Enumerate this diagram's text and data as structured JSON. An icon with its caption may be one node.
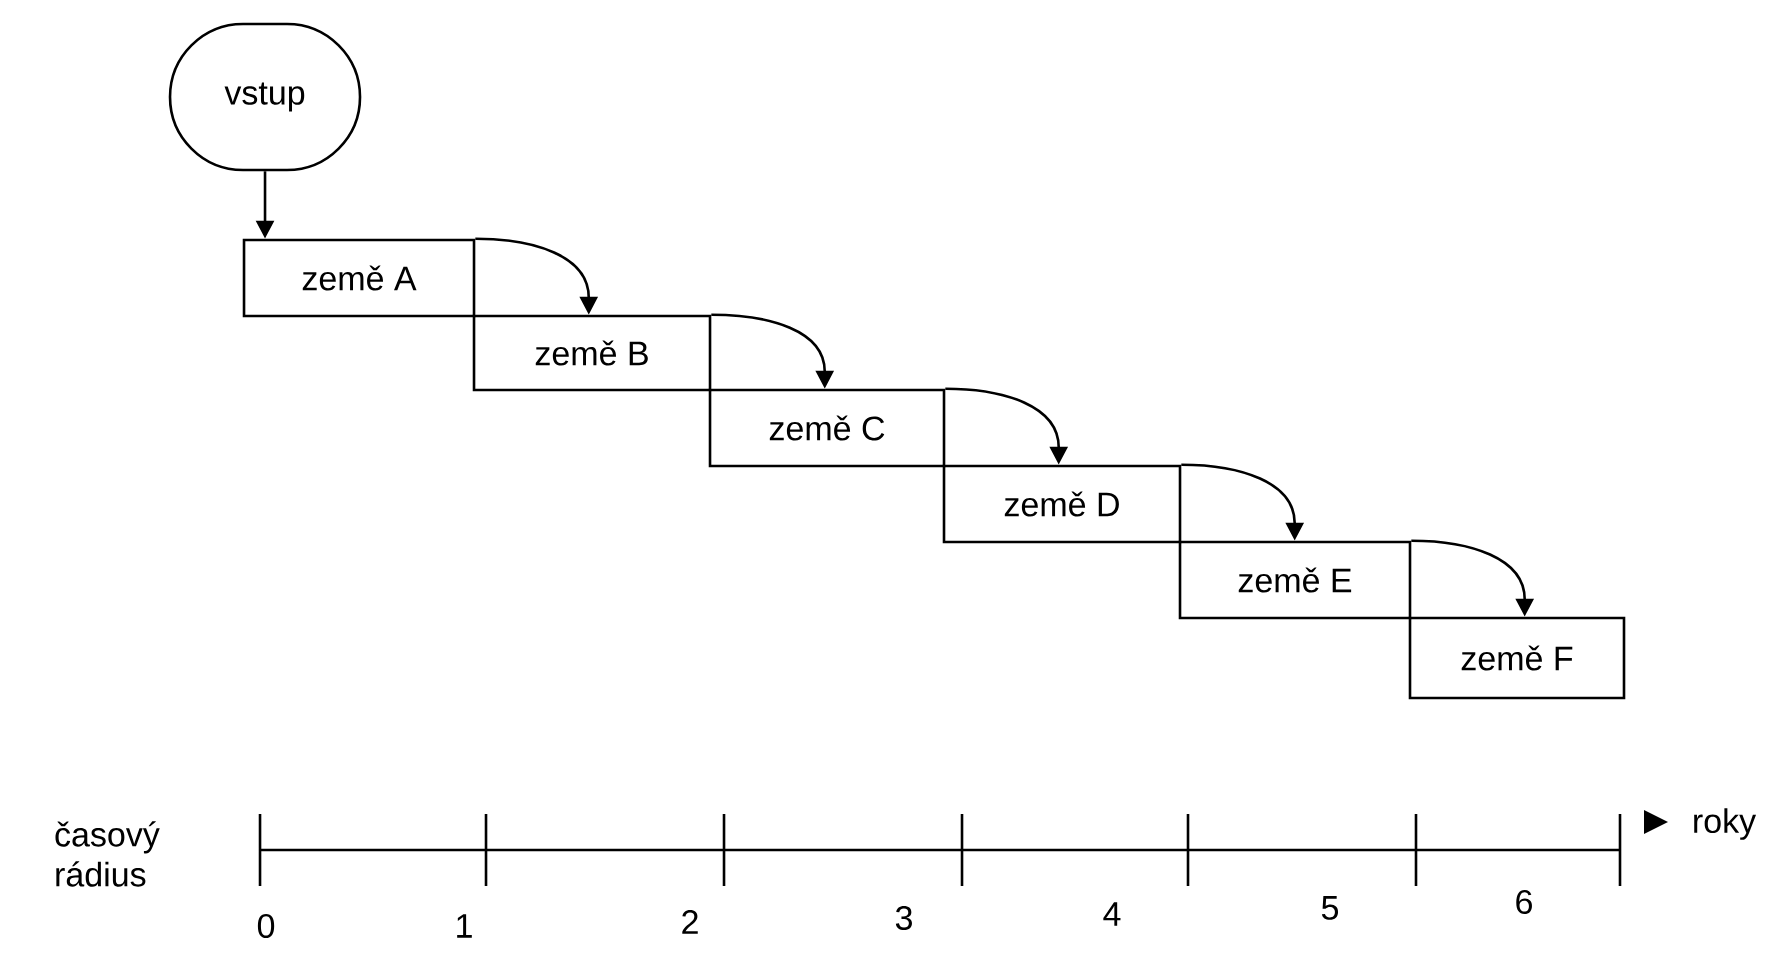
{
  "diagram": {
    "nodes": [
      {
        "text": [
          "vstup"
        ]
      },
      {
        "text": [
          "země A"
        ]
      },
      {
        "text": [
          "země B"
        ]
      },
      {
        "text": [
          "země C"
        ]
      },
      {
        "text": [
          "země D"
        ]
      },
      {
        "text": [
          "země E"
        ]
      },
      {
        "text": [
          "země F"
        ]
      }
    ],
    "edges": [
      {
        "from": 0,
        "to": 1,
        "arrow": "to"
      },
      {
        "from": 1,
        "to": 2,
        "arrow": "to"
      },
      {
        "from": 2,
        "to": 3,
        "arrow": "to"
      },
      {
        "from": 3,
        "to": 4,
        "arrow": "to"
      },
      {
        "from": 4,
        "to": 5,
        "arrow": "to"
      },
      {
        "from": 5,
        "to": 6,
        "arrow": "to"
      }
    ],
    "labels": [
      "časový rádius",
      "0",
      "1",
      "2",
      "3",
      "4",
      "5",
      "6",
      "roky"
    ]
  }
}
